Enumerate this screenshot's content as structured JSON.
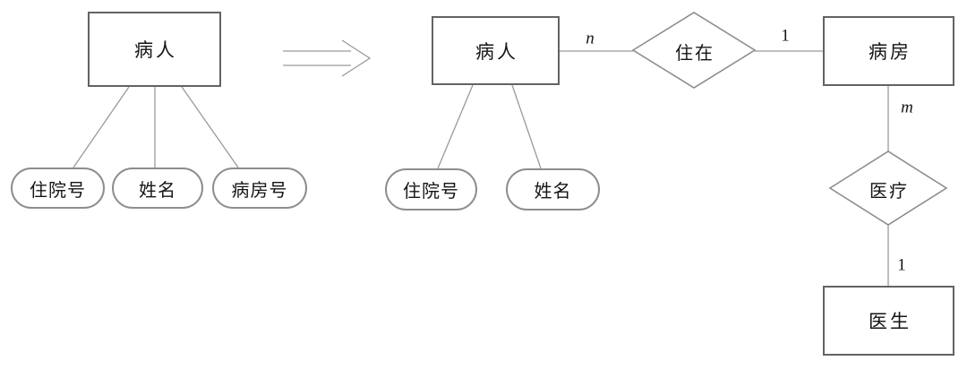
{
  "original_diagram": {
    "entity": "病人",
    "attributes": [
      "住院号",
      "姓名",
      "病房号"
    ]
  },
  "transformed_diagram": {
    "patient_entity": "病人",
    "patient_attributes": [
      "住院号",
      "姓名"
    ],
    "live_in_relationship": "住在",
    "ward_entity": "病房",
    "medical_relationship": "医疗",
    "doctor_entity": "医生",
    "cardinalities": {
      "patient_side": "n",
      "ward_side_of_live_in": "1",
      "ward_side_of_medical": "m",
      "doctor_side": "1"
    }
  },
  "colors": {
    "background": "#ffffff",
    "entity_border": "#636363",
    "attribute_border": "#8d8d8d",
    "connector_line": "#9a9a9a",
    "text": "#151515"
  }
}
